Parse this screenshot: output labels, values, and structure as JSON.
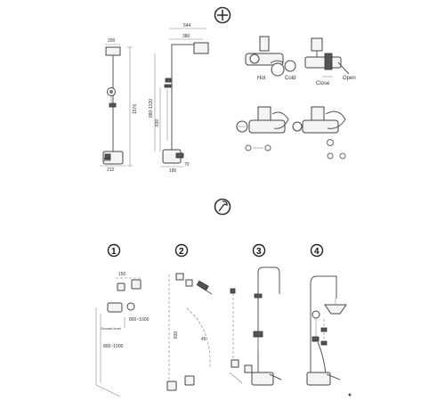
{
  "dimensions_panel": {
    "front": {
      "width_top": "200",
      "height": "1576",
      "width_bottom": "212",
      "spout": "160"
    },
    "side": {
      "reach_total": "544",
      "reach_arm": "380",
      "adjust_range": "880-1320",
      "column": "830",
      "base": "180",
      "offset": "70"
    }
  },
  "valve_panel": {
    "hot": "Hot",
    "cold": "Cold",
    "close": "Close",
    "open": "Open"
  },
  "install_panel": {
    "steps": [
      {
        "number": "1",
        "dim_top": "150",
        "dim_mid": "800~1000",
        "dim_low": "800~1000",
        "note": "Ground level"
      },
      {
        "number": "2",
        "dim_vertical": "830",
        "dim_angle": "45"
      },
      {
        "number": "3"
      },
      {
        "number": "4"
      }
    ]
  }
}
